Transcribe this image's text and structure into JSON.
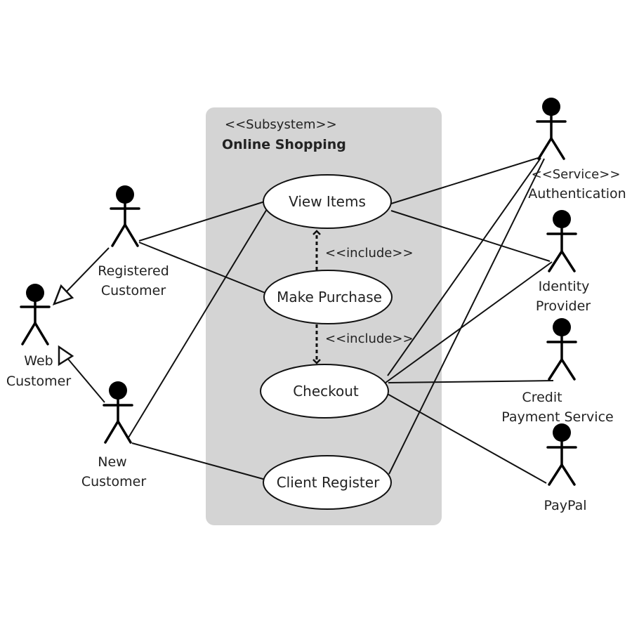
{
  "subsystem": {
    "stereotype": "<<Subsystem>>",
    "name": "Online Shopping",
    "fill": "#d4d4d4"
  },
  "use_cases": [
    {
      "id": "view-items",
      "label": "View Items"
    },
    {
      "id": "make-purchase",
      "label": "Make Purchase"
    },
    {
      "id": "checkout",
      "label": "Checkout"
    },
    {
      "id": "client-register",
      "label": "Client Register"
    }
  ],
  "actors": [
    {
      "id": "registered-customer",
      "lines": [
        "Registered",
        "Customer"
      ]
    },
    {
      "id": "web-customer",
      "lines": [
        "Web",
        "Customer"
      ]
    },
    {
      "id": "new-customer",
      "lines": [
        "New",
        "Customer"
      ]
    },
    {
      "id": "authentication",
      "stereotype": "<<Service>>",
      "lines": [
        "Authentication"
      ]
    },
    {
      "id": "identity-provider",
      "lines": [
        "Identity",
        "Provider"
      ]
    },
    {
      "id": "credit-payment-service",
      "lines": [
        "Credit",
        "Payment Service"
      ]
    },
    {
      "id": "paypal",
      "lines": [
        "PayPal"
      ]
    }
  ],
  "relationships": {
    "include_1": "<<include>>",
    "include_2": "<<include>>"
  },
  "associations": [
    [
      "registered-customer",
      "view-items"
    ],
    [
      "registered-customer",
      "make-purchase"
    ],
    [
      "new-customer",
      "view-items"
    ],
    [
      "new-customer",
      "client-register"
    ],
    [
      "authentication",
      "view-items"
    ],
    [
      "authentication",
      "checkout"
    ],
    [
      "authentication",
      "client-register"
    ],
    [
      "identity-provider",
      "view-items"
    ],
    [
      "identity-provider",
      "checkout"
    ],
    [
      "credit-payment-service",
      "checkout"
    ],
    [
      "paypal",
      "checkout"
    ]
  ],
  "generalizations": [
    [
      "registered-customer",
      "web-customer"
    ],
    [
      "new-customer",
      "web-customer"
    ]
  ]
}
